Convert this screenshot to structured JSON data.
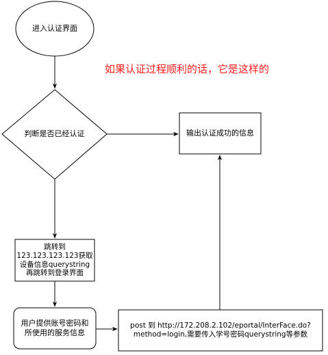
{
  "nodes": {
    "start": "进入认证界面",
    "decision": "判断是否已经认证",
    "success": "输出认证成功的信息",
    "redirect": "跳转到\n123.123.123.123获取\n设备信息querystring\n再跳转到登录界面",
    "user_input": "用户提供账号密码和\n所使用的服务信息",
    "post": "post 到 http://172.208.2.102/eportal/InterFace.do?\nmethod=login,需要传入学号密码querystring等参数"
  },
  "annotation": "如果认证过程顺利的话，它是这样的",
  "colors": {
    "stroke": "#000000",
    "annotation": "#ff2020"
  }
}
